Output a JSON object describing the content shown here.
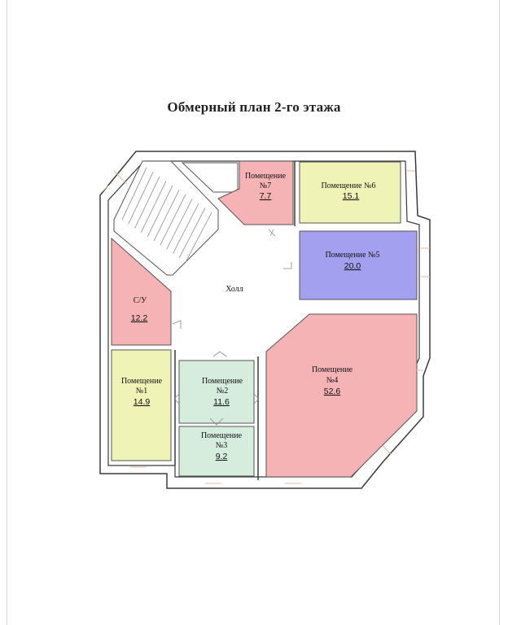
{
  "plan": {
    "title": "Обмерный план 2-го этажа",
    "hall_label": "Холл",
    "rooms": [
      {
        "key": "room7",
        "name": "Помещение",
        "number": "№7",
        "area": "7.7",
        "color": "#f6b3b6"
      },
      {
        "key": "room6",
        "name": "Помещение №6",
        "number": "",
        "area": "15.1",
        "color": "#eff3b6"
      },
      {
        "key": "room5",
        "name": "Помещение №5",
        "number": "",
        "area": "20.0",
        "color": "#a3a0f0"
      },
      {
        "key": "wc",
        "name": "С/У",
        "number": "",
        "area": "12.2",
        "color": "#f6b3b6"
      },
      {
        "key": "room1",
        "name": "Помещение",
        "number": "№1",
        "area": "14.9",
        "color": "#eff3b6"
      },
      {
        "key": "room2",
        "name": "Помещение",
        "number": "№2",
        "area": "11.6",
        "color": "#d6ecdc"
      },
      {
        "key": "room3",
        "name": "Помещение",
        "number": "№3",
        "area": "9.2",
        "color": "#d6ecdc"
      },
      {
        "key": "room4",
        "name": "Помещение",
        "number": "№4",
        "area": "52.6",
        "color": "#f6b3b6"
      }
    ],
    "colors": {
      "wall": "#ffffff",
      "wall_stroke": "#3a3a3a",
      "door": "#e7b9a3"
    }
  }
}
